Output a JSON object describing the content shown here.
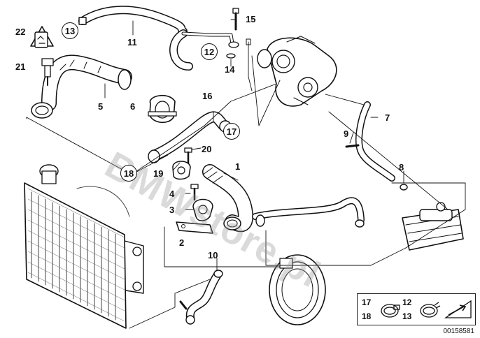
{
  "diagram": {
    "watermark": "BMWstore.pl",
    "doc_id": "00158581",
    "callouts": {
      "c1": "1",
      "c2": "2",
      "c3": "3",
      "c4": "4",
      "c5": "5",
      "c6": "6",
      "c7": "7",
      "c8": "8",
      "c9": "9",
      "c10": "10",
      "c11": "11",
      "c12": "12",
      "c13": "13",
      "c14": "14",
      "c15": "15",
      "c16": "16",
      "c17": "17",
      "c18": "18",
      "c19": "19",
      "c20": "20",
      "c21": "21",
      "c22": "22"
    },
    "legend": {
      "a": "17",
      "b": "18",
      "c": "12",
      "d": "13"
    }
  }
}
